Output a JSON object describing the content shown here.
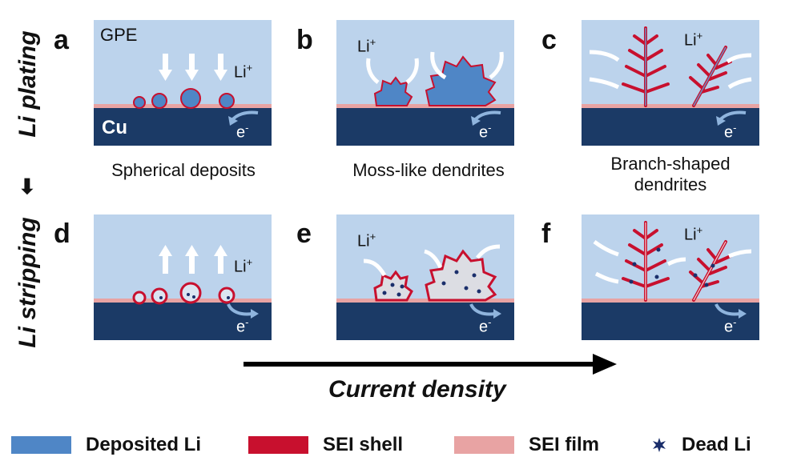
{
  "side_labels": {
    "plating": "Li plating",
    "stripping": "Li stripping"
  },
  "panels": {
    "a": {
      "letter": "a",
      "caption": "Spherical deposits"
    },
    "b": {
      "letter": "b",
      "caption": "Moss-like dendrites"
    },
    "c": {
      "letter": "c",
      "caption_line1": "Branch-shaped",
      "caption_line2": "dendrites"
    },
    "d": {
      "letter": "d"
    },
    "e": {
      "letter": "e"
    },
    "f": {
      "letter": "f"
    }
  },
  "inner_labels": {
    "gpe": "GPE",
    "cu": "Cu",
    "li_ion": "Li",
    "li_sup": "+",
    "electron": "e",
    "electron_sup": "-"
  },
  "axis": {
    "label": "Current density"
  },
  "legend": [
    {
      "label": "Deposited Li",
      "color": "#4f86c6"
    },
    {
      "label": "SEI shell",
      "color": "#c8102e"
    },
    {
      "label": "SEI film",
      "color": "#e8a3a3"
    },
    {
      "label": "Dead Li",
      "color": "#1b2f6b"
    }
  ],
  "colors": {
    "electrolyte": "#bcd3ec",
    "cu": "#1b3a66",
    "sei_film": "#e8a3a3",
    "sei_shell": "#c8102e",
    "deposited": "#4f86c6",
    "dead": "#1b2f6b",
    "white_arrow": "#ffffff",
    "e_arrow": "#8fb4dd"
  }
}
